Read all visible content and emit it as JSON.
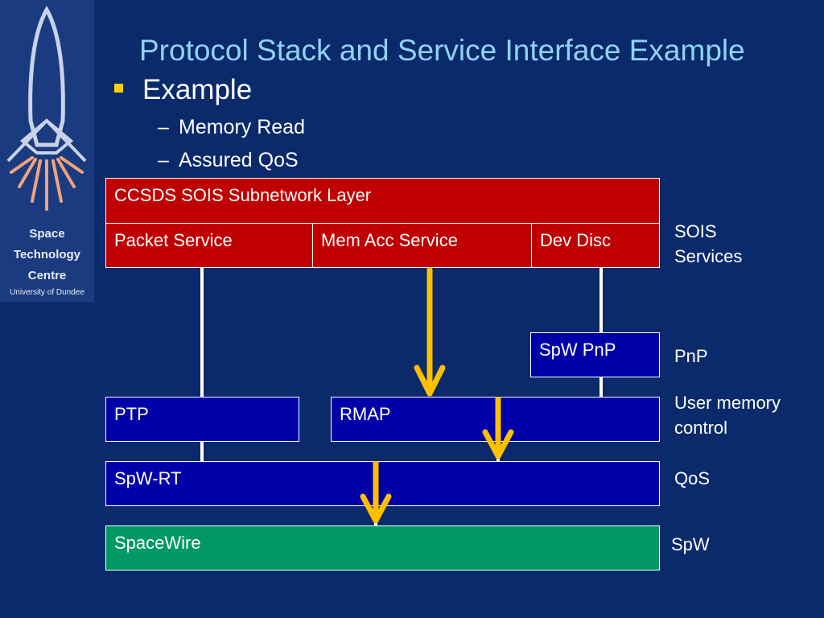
{
  "logo": {
    "line1": "Space",
    "line2": "Technology",
    "line3": "Centre",
    "line4": "University of Dundee"
  },
  "slide": {
    "title": "Protocol Stack and Service Interface Example",
    "bullet": "Example",
    "sub1": "Memory Read",
    "sub2": "Assured QoS",
    "dash": "–"
  },
  "diagram": {
    "ccsds": "CCSDS SOIS Subnetwork Layer",
    "packet": "Packet Service",
    "memacc": "Mem Acc Service",
    "devdisc": "Dev Disc",
    "spwpnp": "SpW PnP",
    "ptp": "PTP",
    "rmap": "RMAP",
    "spwrt": "SpW-RT",
    "spacewire": "SpaceWire"
  },
  "labels": {
    "sois": "SOIS",
    "services": "Services",
    "pnp": "PnP",
    "usermem1": "User memory",
    "usermem2": "control",
    "qos": "QoS",
    "spw": "SpW"
  },
  "colors": {
    "background": "#0a2a6b",
    "title": "#8fd3f5",
    "subnetwork": "#c00000",
    "protocol": "#0000a8",
    "physical": "#009966",
    "arrow": "#ffc000"
  },
  "icons": {
    "logo": "rocket-logo-icon",
    "bullet": "square-bullet-icon",
    "arrows": "down-arrow-icon"
  }
}
